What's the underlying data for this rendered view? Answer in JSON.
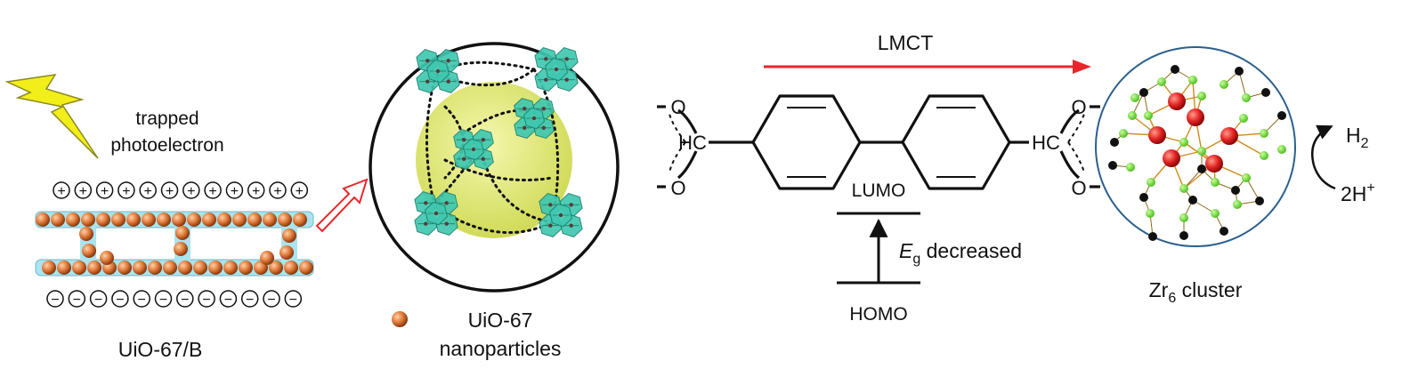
{
  "labels": {
    "trapped_1": "trapped",
    "trapped_2": "photoelectron",
    "uio67b": "UiO-67/B",
    "uio67_1": "UiO-67",
    "uio67_2": "nanoparticles",
    "lmct": "LMCT",
    "lumo": "LUMO",
    "homo": "HOMO",
    "eg": "E",
    "eg_sub": "g",
    "eg_rest": " decreased",
    "zr": "Zr",
    "zr_sub": "6",
    "zr_rest": " cluster",
    "h2": "H",
    "h2_sub": "2",
    "hplus": "2H",
    "hplus_sup": "+",
    "hc_left": "HC",
    "hc_right": "HC",
    "o": "O",
    "plus": "+",
    "minus": "−"
  },
  "colors": {
    "lightning": "#f2ee1a",
    "lightning_stroke": "#8a8a20",
    "bead": "#e07a3a",
    "tube": "#a9e4f0",
    "arrow_red": "#e8262a",
    "circle_blue": "#2b5f8e",
    "sphere": "#d9e23a",
    "polyhedra": "#3fc8b0",
    "zr_atom": "#e02020",
    "o_atom": "#6fe030",
    "c_atom": "#111111",
    "bond": "#d08a1a"
  },
  "counts": {
    "plus_signs": 12,
    "minus_signs": 12
  }
}
